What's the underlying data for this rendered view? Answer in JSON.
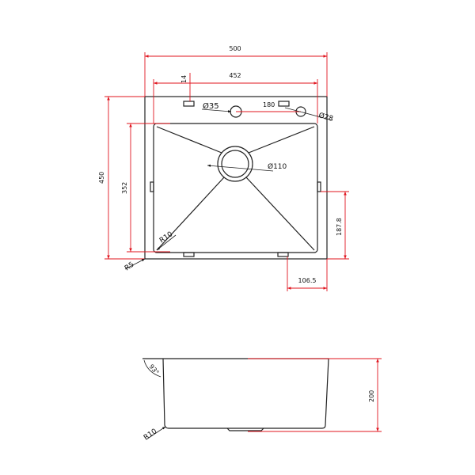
{
  "top_view": {
    "dims": {
      "overall_width": "500",
      "inner_width": "452",
      "tap_offset": "14",
      "tap_hole": "Ø35",
      "hole_spacing": "180",
      "second_hole": "Ø28",
      "drain": "Ø110",
      "overall_depth": "450",
      "inner_depth": "352",
      "drain_offset_y": "187.8",
      "drain_offset_x": "106.5",
      "inner_radius": "R10",
      "outer_radius": "R5"
    }
  },
  "side_view": {
    "dims": {
      "angle": "93°",
      "height": "200",
      "bottom_radius": "R10"
    }
  },
  "colors": {
    "outline": "#222222",
    "dimension": "#e0141e"
  }
}
